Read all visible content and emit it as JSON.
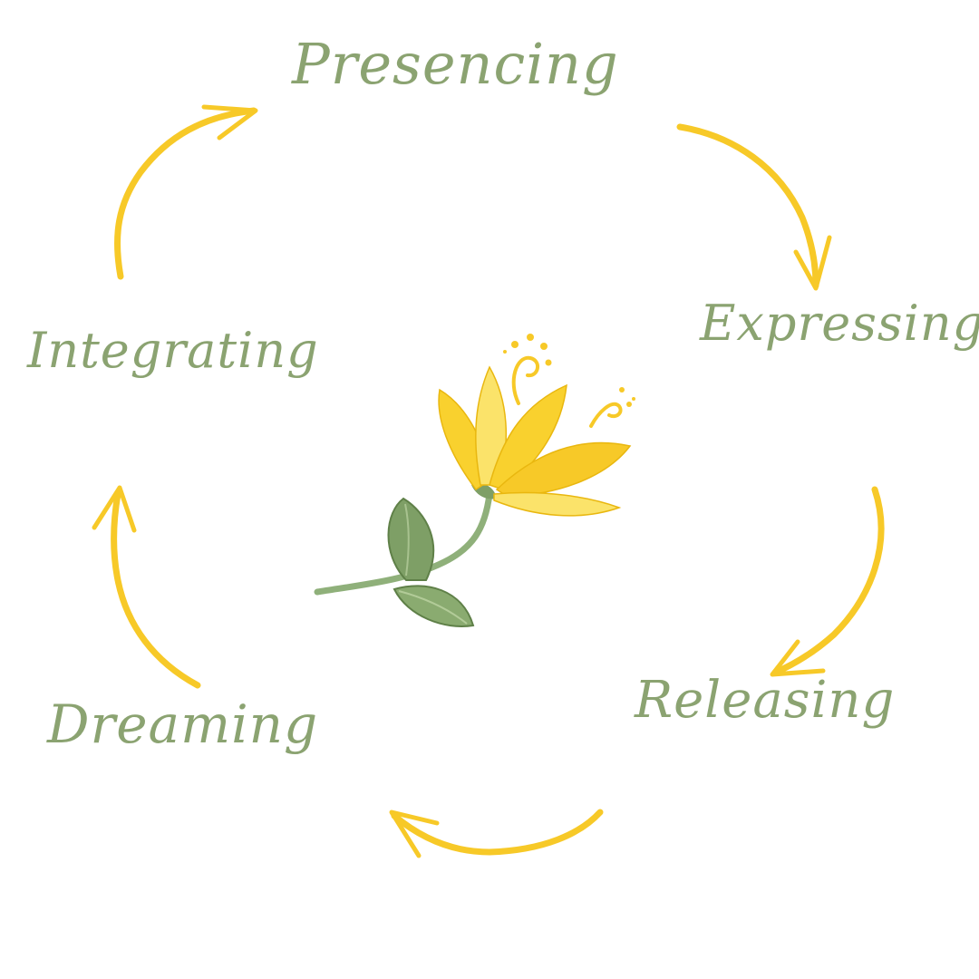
{
  "cycle": {
    "stages": [
      {
        "id": "presencing",
        "label": "Presencing"
      },
      {
        "id": "expressing",
        "label": "Expressing"
      },
      {
        "id": "releasing",
        "label": "Releasing"
      },
      {
        "id": "dreaming",
        "label": "Dreaming"
      },
      {
        "id": "integrating",
        "label": "Integrating"
      }
    ]
  },
  "colors": {
    "text_green": "#8ba371",
    "arrow_yellow": "#f7c928",
    "petal_yellow": "#f9d12e",
    "petal_light": "#fbe36a",
    "leaf_green": "#7e9f66",
    "leaf_dark": "#5f8048",
    "background": "#ffffff"
  },
  "center_icon": "yellow-flower-illustration"
}
